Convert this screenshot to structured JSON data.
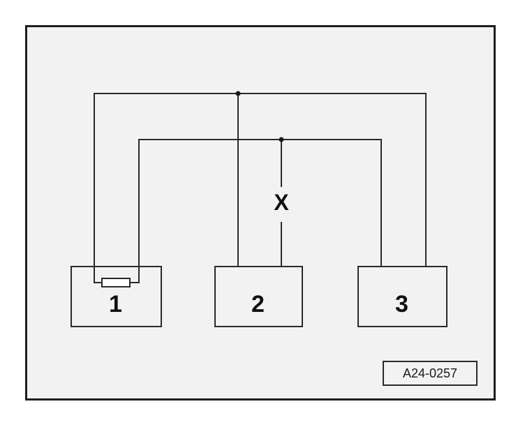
{
  "diagram": {
    "components": [
      {
        "id": "1",
        "label": "1"
      },
      {
        "id": "2",
        "label": "2"
      },
      {
        "id": "3",
        "label": "3"
      }
    ],
    "measurement_label": "X",
    "reference_code": "A24-0257"
  }
}
